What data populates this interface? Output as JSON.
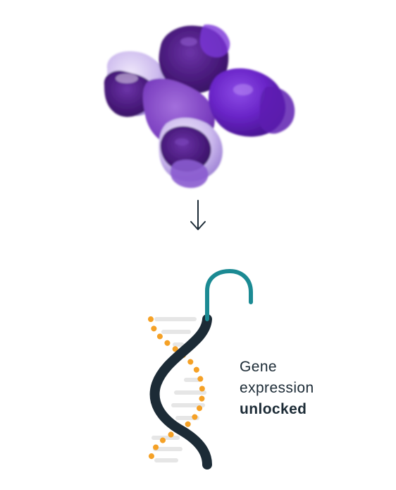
{
  "caption": {
    "line1": "Gene",
    "line2": "expression",
    "line3": "unlocked"
  },
  "icons": {
    "protein": "protein-structure-icon",
    "arrow": "arrow-down-icon",
    "dna": "dna-helix-icon"
  },
  "colors": {
    "text": "#1c2b36",
    "protein_dark": "#4a1b7d",
    "protein_mid": "#6a2bb8",
    "protein_light": "#c9b6ea",
    "dna_strand": "#1c2b36",
    "dna_hook": "#1b8a93",
    "dna_dots": "#f5a126",
    "dna_rungs": "#e6e6e6"
  }
}
